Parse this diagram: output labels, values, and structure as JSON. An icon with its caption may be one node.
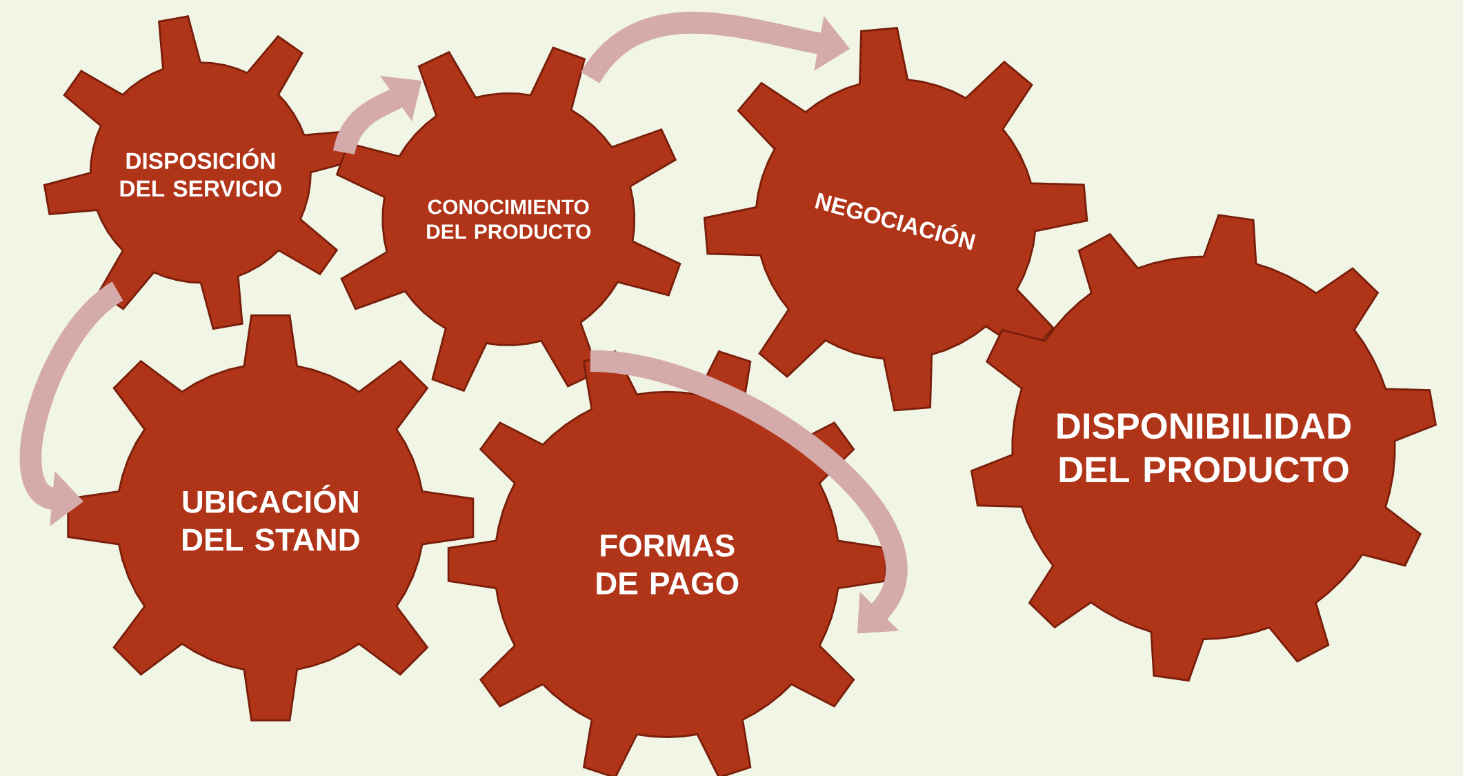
{
  "diagram": {
    "nodes": [
      {
        "text": [
          "DISPOSICIÓN DEL SERVICIO"
        ]
      },
      {
        "text": [
          "CONOCIMIENTO DEL PRODUCTO"
        ]
      },
      {
        "text": [
          "NEGOCIACIÓN"
        ]
      },
      {
        "text": [
          "UBICACIÓN DEL STAND"
        ]
      },
      {
        "text": [
          "FORMAS DE PAGO"
        ]
      },
      {
        "text": [
          "DISPONIBILIDAD DEL PRODUCTO"
        ]
      }
    ],
    "edges": [
      {
        "from": 0,
        "to": 1,
        "arrow": "to"
      },
      {
        "from": 0,
        "to": 3,
        "arrow": "to"
      },
      {
        "from": 1,
        "to": 2,
        "arrow": "to"
      },
      {
        "from": 1,
        "to": 4,
        "arrow": "to"
      }
    ]
  }
}
